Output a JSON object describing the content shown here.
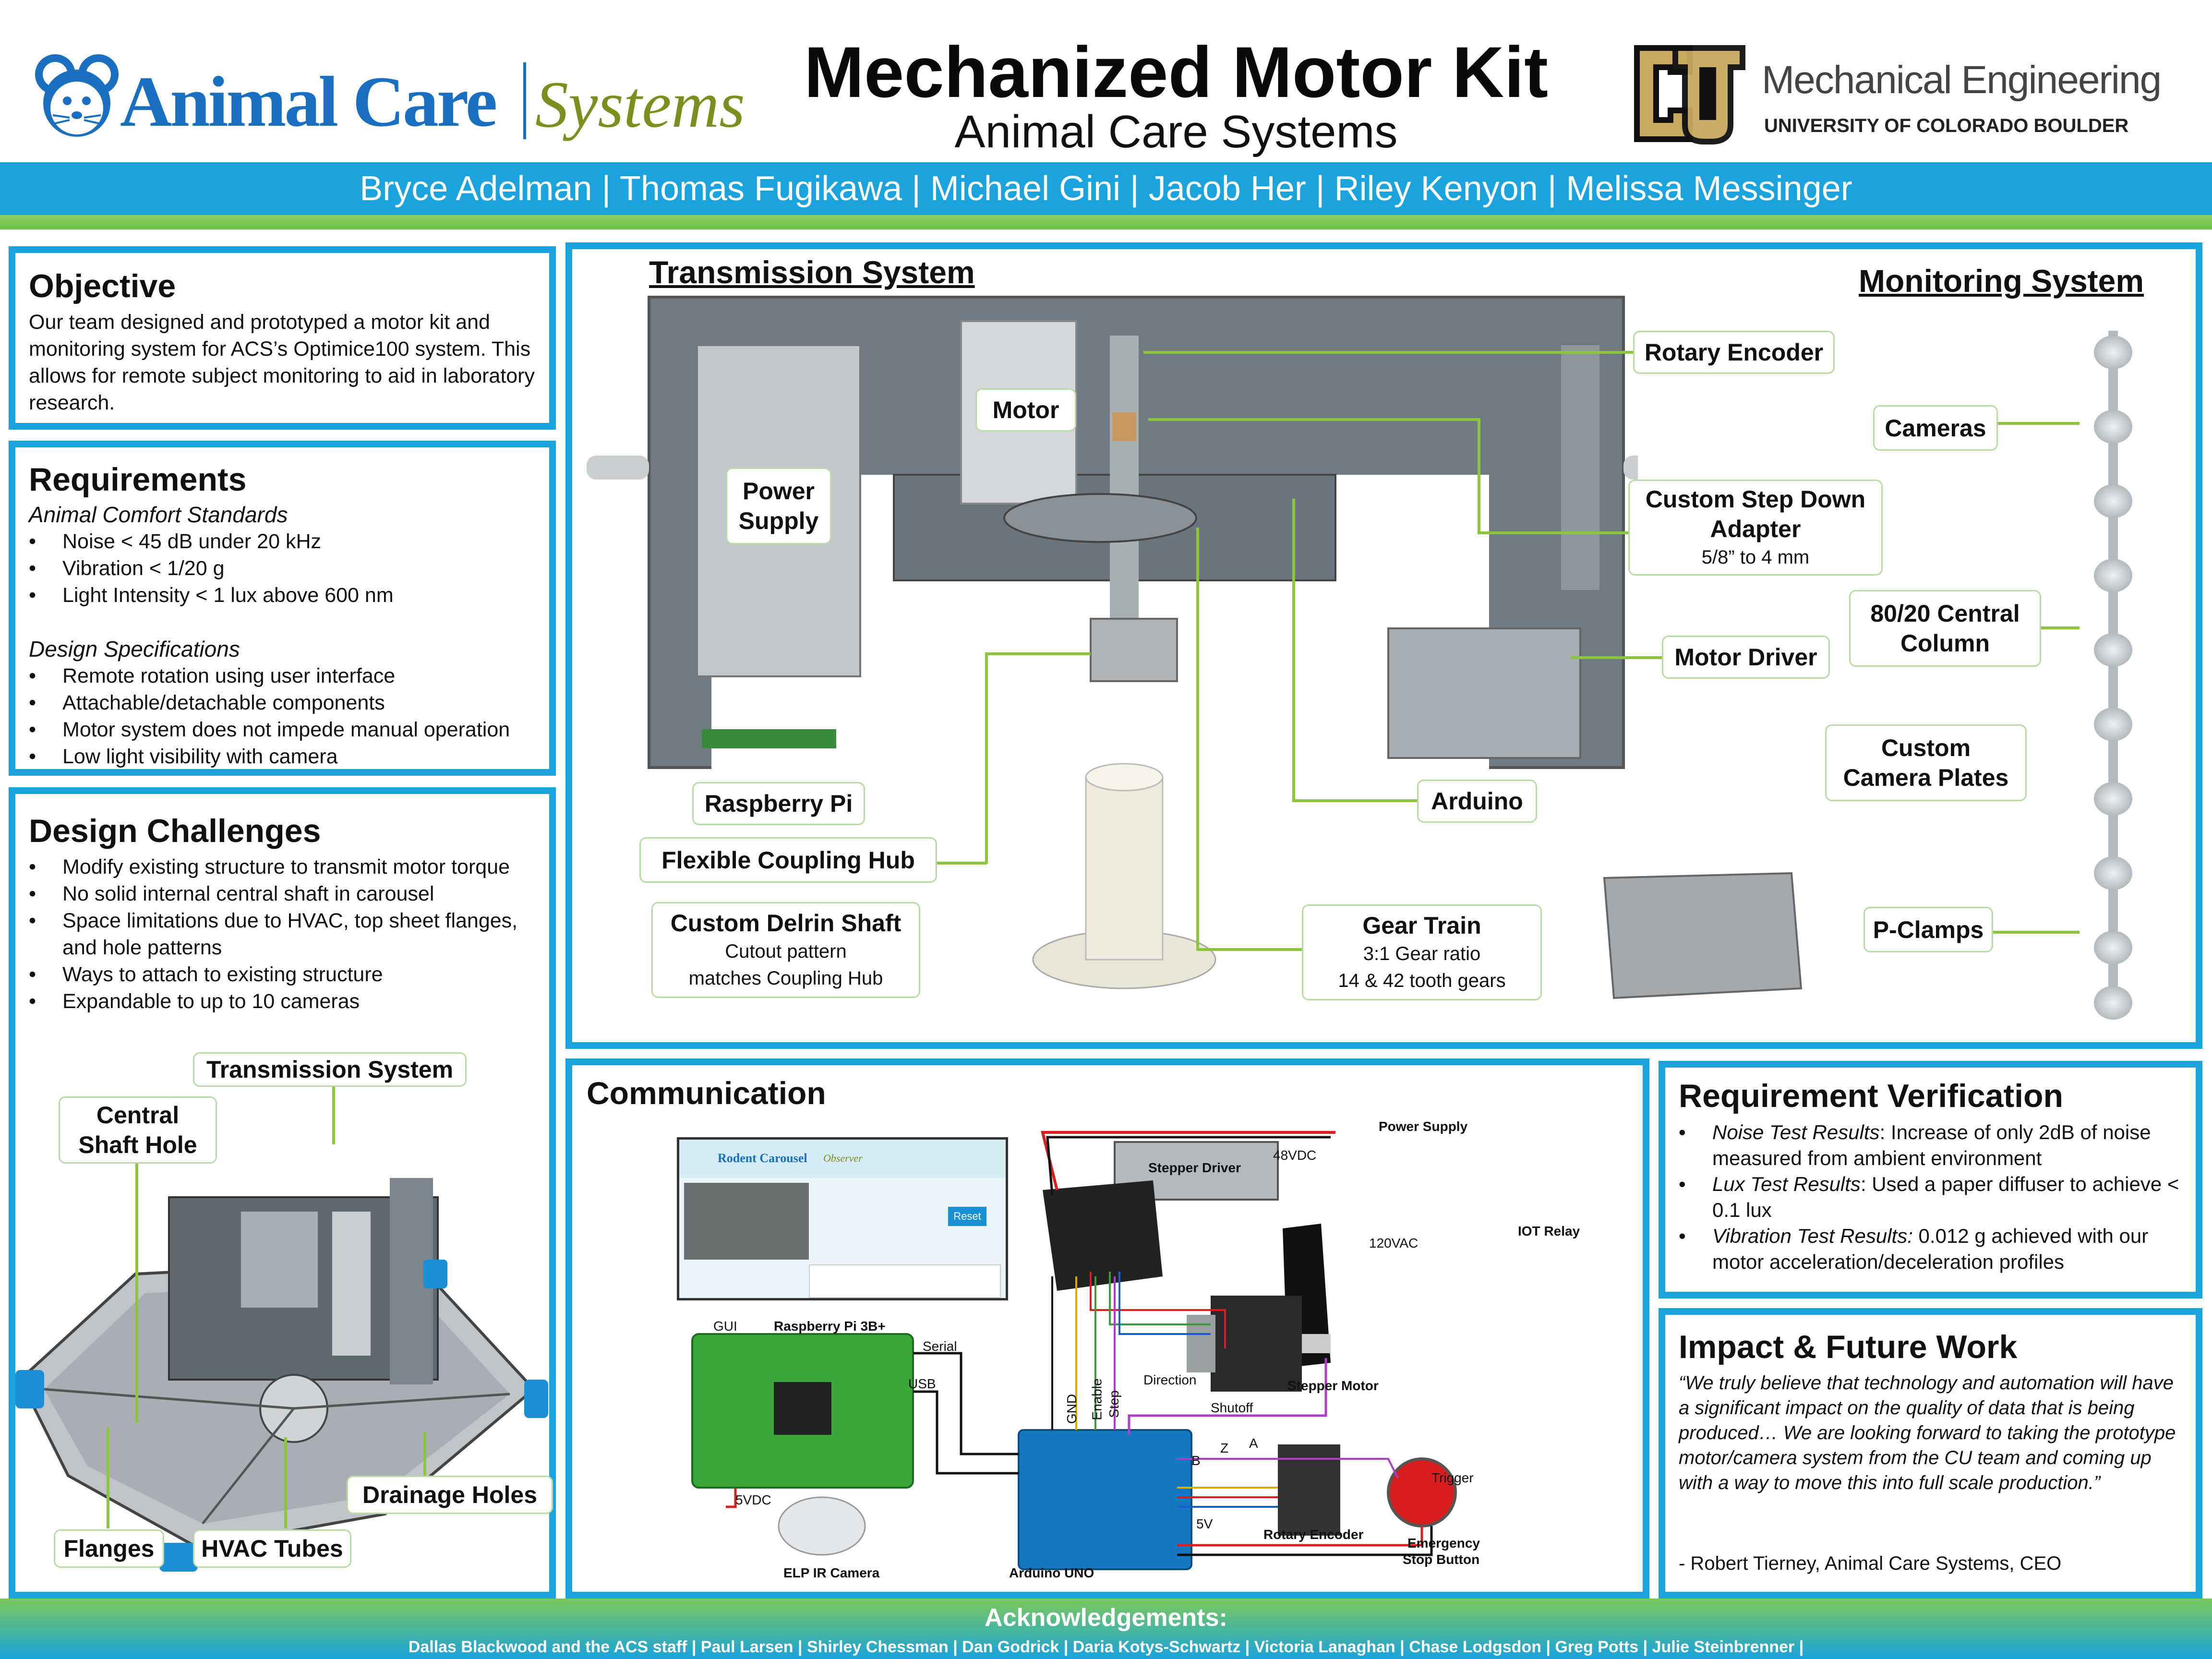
{
  "header": {
    "title": "Mechanized Motor Kit",
    "subtitle": "Animal Care Systems",
    "authors": "Bryce Adelman | Thomas Fugikawa | Michael Gini | Jacob Her | Riley Kenyon | Melissa Messinger",
    "left_logo": {
      "part1": "Animal Care",
      "part2": "Systems",
      "color1": "#1a6fc0",
      "color2": "#7a8f1e"
    },
    "right_logo": {
      "title": "Mechanical Engineering",
      "sub": "UNIVERSITY OF COLORADO BOULDER",
      "bold": "BOULDER"
    }
  },
  "colors": {
    "accent_blue": "#1aa3dc",
    "accent_green": "#8cc63f"
  },
  "objective": {
    "title": "Objective",
    "text": "Our team designed and prototyped a motor kit and monitoring system for ACS’s Optimice100 system. This allows for remote subject monitoring to aid in laboratory research."
  },
  "requirements": {
    "title": "Requirements",
    "comfort_heading": "Animal Comfort Standards",
    "comfort_items": [
      "Noise  < 45 dB under 20 kHz",
      "Vibration < 1/20 g",
      "Light Intensity < 1 lux above 600 nm"
    ],
    "design_heading": "Design Specifications",
    "design_items": [
      "Remote rotation using user interface",
      "Attachable/detachable components",
      "Motor system does not impede manual operation",
      "Low light visibility with camera"
    ]
  },
  "challenges": {
    "title": "Design Challenges",
    "items": [
      "Modify existing structure to transmit motor torque",
      "No solid internal central shaft in carousel",
      "Space limitations due to HVAC, top sheet flanges, and hole patterns",
      "Ways to attach to existing structure",
      "Expandable to up to 10 cameras"
    ],
    "callouts": {
      "transmission": "Transmission System",
      "central_line1": "Central",
      "central_line2": "Shaft Hole",
      "drainage": "Drainage Holes",
      "flanges": "Flanges",
      "hvac": "HVAC Tubes"
    }
  },
  "transmission": {
    "title": "Transmission System",
    "monitoring_title": "Monitoring System",
    "callouts": {
      "motor": "Motor",
      "power_line1": "Power",
      "power_line2": "Supply",
      "rotary_encoder": "Rotary Encoder",
      "adapter_line1": "Custom Step Down",
      "adapter_line2": "Adapter",
      "adapter_sub": "5/8” to 4 mm",
      "motor_driver": "Motor Driver",
      "raspberry": "Raspberry Pi",
      "arduino": "Arduino",
      "coupling": "Flexible Coupling Hub",
      "delrin": "Custom Delrin Shaft",
      "delrin_sub1": "Cutout pattern",
      "delrin_sub2": "matches Coupling Hub",
      "gear": "Gear Train",
      "gear_sub1": "3:1 Gear ratio",
      "gear_sub2": "14 & 42 tooth gears",
      "cameras": "Cameras",
      "column_line1": "80/20 Central",
      "column_line2": "Column",
      "plates_line1": "Custom",
      "plates_line2": "Camera Plates",
      "pclamps": "P-Clamps"
    }
  },
  "communication": {
    "title": "Communication",
    "gui_title": "Rodent Carousel",
    "gui_sub": "Observer",
    "gui_reset": "Reset",
    "labels": {
      "power_supply": "Power Supply",
      "stepper_driver": "Stepper Driver",
      "v48": "48VDC",
      "v120": "120VAC",
      "iot_relay": "IOT Relay",
      "stepper_motor": "Stepper Motor",
      "gui": "GUI",
      "raspberry": "Raspberry Pi 3B+",
      "serial": "Serial",
      "usb": "USB",
      "gnd": "GND",
      "enable": "Enable",
      "step": "Step",
      "direction": "Direction",
      "shutoff": "Shutoff",
      "a": "A",
      "b": "B",
      "z": "Z",
      "trigger": "Trigger",
      "v5dc": "5VDC",
      "v5": "5V",
      "rotary_encoder": "Rotary Encoder",
      "estop_line1": "Emergency",
      "estop_line2": "Stop Button",
      "camera": "ELP IR Camera",
      "arduino": "Arduino UNO"
    }
  },
  "verification": {
    "title": "Requirement Verification",
    "items": [
      {
        "label": "Noise Test Results",
        "text": ": Increase of only 2dB of noise measured from ambient environment"
      },
      {
        "label": "Lux Test Results",
        "text": ": Used a paper diffuser to achieve < 0.1 lux"
      },
      {
        "label": "Vibration Test Results:",
        "text": "  0.012 g achieved with our motor acceleration/deceleration profiles"
      }
    ]
  },
  "impact": {
    "title": "Impact & Future Work",
    "quote": "“We truly believe that technology and automation will have a significant impact on the quality of data that is being produced… We are looking forward to taking the prototype motor/camera system from the CU team and coming up with a way to move this into full scale production.”",
    "attribution": "- Robert Tierney, Animal Care Systems, CEO"
  },
  "footer": {
    "title": "Acknowledgements:",
    "names": "Dallas Blackwood and the ACS staff | Paul Larsen | Shirley Chessman | Dan Godrick | Daria Kotys-Schwartz | Victoria Lanaghan | Chase Lodgsdon | Greg Potts | Julie Steinbrenner |"
  }
}
